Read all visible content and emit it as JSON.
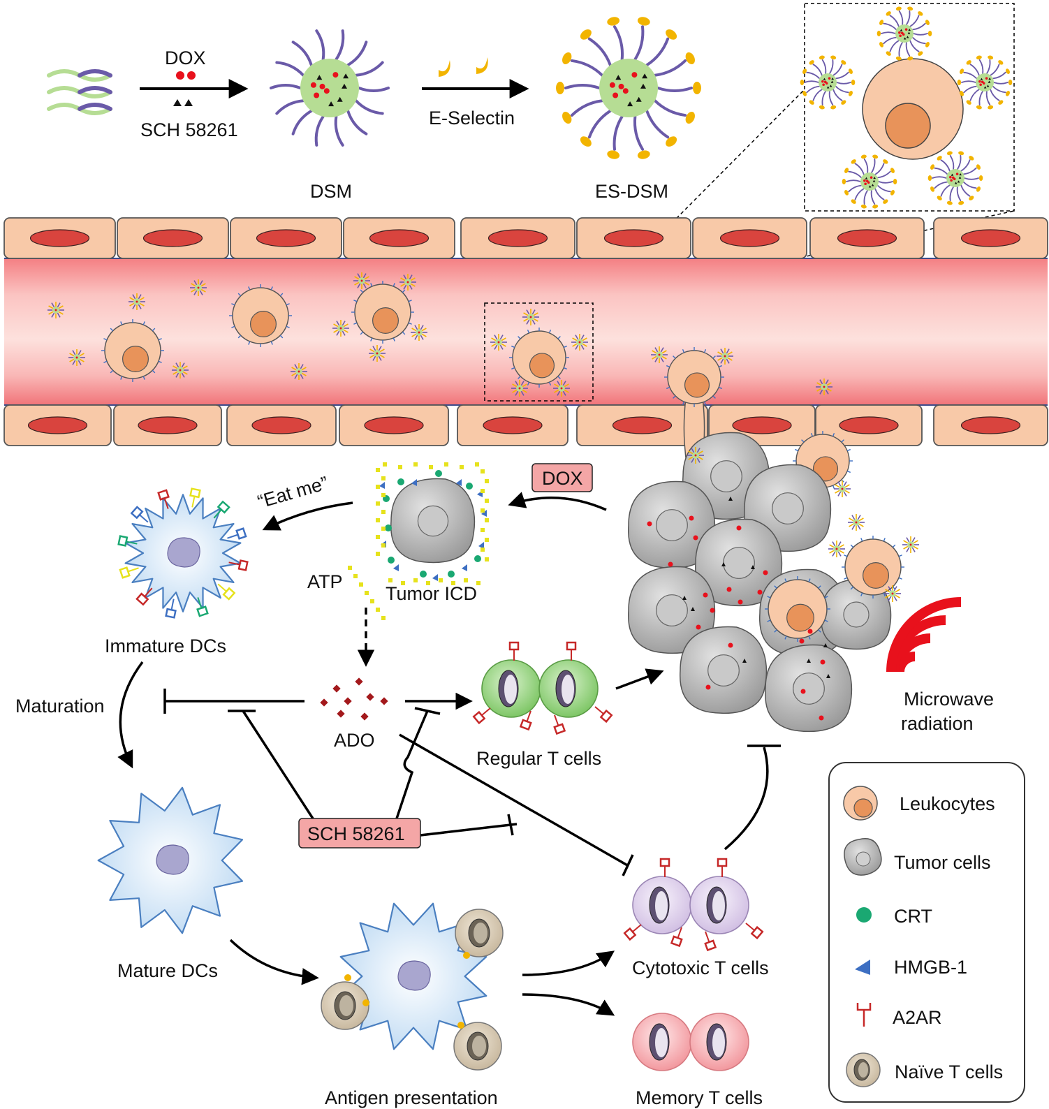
{
  "top": {
    "drug_label": "DOX",
    "inhibitor_label": "SCH 58261",
    "selectin_label": "E-Selectin",
    "dsm_label": "DSM",
    "esdsm_label": "ES-DSM"
  },
  "tumor": {
    "dox_badge": "DOX",
    "eat_me": "“Eat me”",
    "atp": "ATP",
    "icd": "Tumor ICD",
    "microwave": [
      "Microwave",
      "radiation"
    ]
  },
  "immune": {
    "immature": "Immature DCs",
    "maturation": "Maturation",
    "mature": "Mature DCs",
    "antigen": "Antigen presentation",
    "ado": "ADO",
    "sch_badge": "SCH 58261",
    "regular_t": "Regular T cells",
    "cytotoxic_t": "Cytotoxic T cells",
    "memory_t": "Memory T cells"
  },
  "legend": [
    {
      "icon": "leukocyte-icon",
      "label": "Leukocytes"
    },
    {
      "icon": "tumor-cell-icon",
      "label": "Tumor cells"
    },
    {
      "icon": "crt-dot-icon",
      "label": "CRT"
    },
    {
      "icon": "hmgb1-triangle-icon",
      "label": "HMGB-1"
    },
    {
      "icon": "a2ar-receptor-icon",
      "label": "A2AR"
    },
    {
      "icon": "naive-t-cell-icon",
      "label": "Naïve T cells"
    }
  ],
  "colors": {
    "vessel_lumen": "#f9a8a8",
    "endothelial": "#f8c9a8",
    "nucleus_red": "#d9443e",
    "leukocyte_nucleus": "#e8935a",
    "tumor_gray": "#b5b5b5",
    "dc_blue": "#cfe4f7",
    "t_green": "#9fd38a",
    "t_purple": "#ddd0ea",
    "t_red": "#f6a9ad",
    "badge_red": "#f4a6a6",
    "polymer_purple": "#6a5aa8",
    "selectin_yellow": "#f2b400",
    "crt_green": "#1aa872",
    "hmgb_blue": "#3d6fc2",
    "a2ar_red": "#c62828",
    "microwave_red": "#e8111c"
  }
}
